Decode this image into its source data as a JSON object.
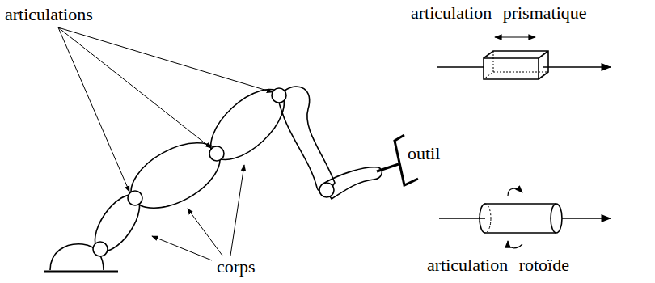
{
  "diagram": {
    "labels": [
      "articulations",
      "articulation prismatique",
      "outil",
      "corps",
      "articulation rotoïde"
    ]
  }
}
